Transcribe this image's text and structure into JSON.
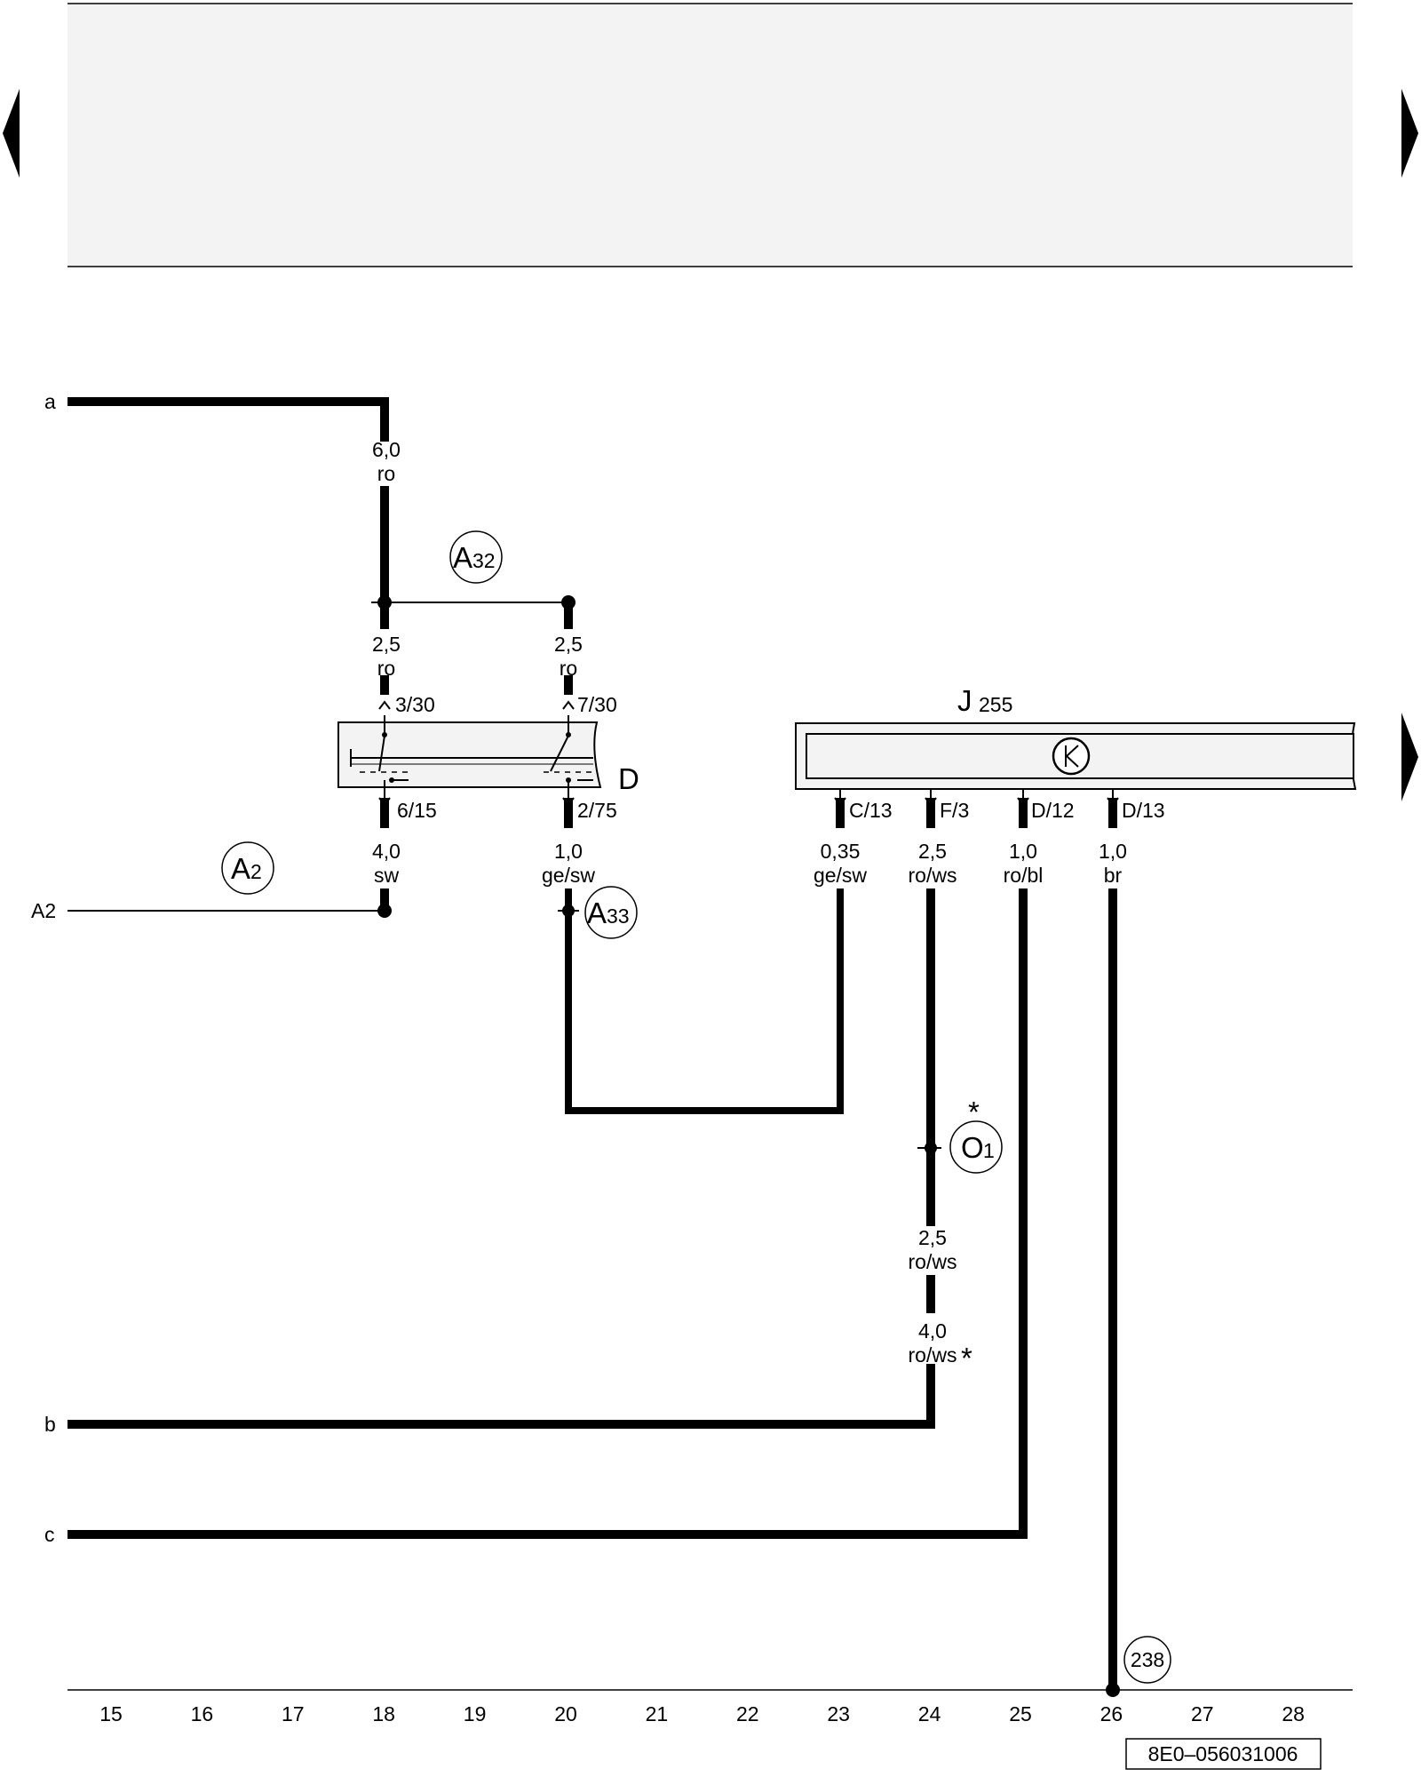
{
  "colors": {
    "header_band": "#f3f3f3",
    "line": "#000000",
    "background": "#ffffff"
  },
  "nav": {
    "prev_icon": "triangle-left-icon",
    "next_icon": "triangle-right-icon"
  },
  "line_labels": {
    "a": "a",
    "b": "b",
    "c": "c",
    "A2": "A2"
  },
  "wires": {
    "w_a": {
      "size": "6,0",
      "color": "ro"
    },
    "w_18_top": {
      "size": "2,5",
      "color": "ro"
    },
    "w_20_top": {
      "size": "2,5",
      "color": "ro"
    },
    "w_18_bot": {
      "size": "4,0",
      "color": "sw"
    },
    "w_20_bot": {
      "size": "1,0",
      "color": "ge/sw"
    },
    "w_23": {
      "size": "0,35",
      "color": "ge/sw"
    },
    "w_24": {
      "size": "2,5",
      "color": "ro/ws"
    },
    "w_25": {
      "size": "1,0",
      "color": "ro/bl"
    },
    "w_26": {
      "size": "1,0",
      "color": "br"
    },
    "w_24_low1": {
      "size": "2,5",
      "color": "ro/ws"
    },
    "w_24_low2": {
      "size": "4,0",
      "color": "ro/ws"
    }
  },
  "pins": {
    "p330": "3/30",
    "p730": "7/30",
    "p615": "6/15",
    "p275": "2/75",
    "pC13": "C/13",
    "pF3": "F/3",
    "pD12": "D/12",
    "pD13": "D/13"
  },
  "components": {
    "D": "D",
    "J_letter": "J",
    "J_number": "255"
  },
  "connectors": {
    "A32": {
      "letter": "A",
      "num": "32"
    },
    "A2": {
      "letter": "A",
      "num": "2"
    },
    "A33": {
      "letter": "A",
      "num": "33"
    },
    "O1": {
      "letter": "O",
      "num": "1"
    },
    "g238": {
      "letter": "",
      "num": "238"
    }
  },
  "asterisk": "*",
  "grid": {
    "ticks": [
      "15",
      "16",
      "17",
      "18",
      "19",
      "20",
      "21",
      "22",
      "23",
      "24",
      "25",
      "26",
      "27",
      "28"
    ]
  },
  "footer": {
    "doc_code": "8E0–056031006"
  }
}
